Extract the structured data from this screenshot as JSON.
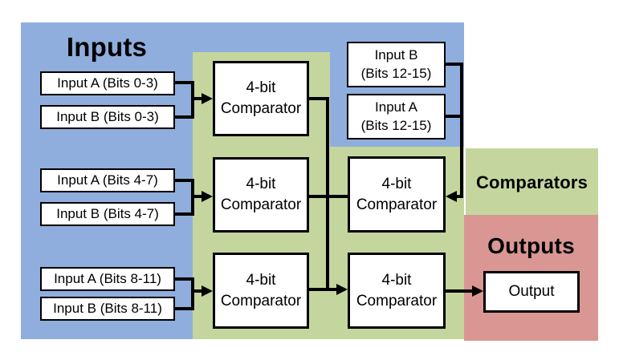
{
  "diagram": "16-bit comparator built from 4-bit comparators",
  "colors": {
    "inputs_bg": "#8FAEDD",
    "comparators_bg": "#C4D69E",
    "outputs_bg": "#D99693",
    "wire": "#000000",
    "box_bg": "#FFFFFF",
    "box_border": "#000000"
  },
  "inputs": {
    "title": "Inputs",
    "pairs": [
      {
        "a": "Input A (Bits 0-3)",
        "b": "Input B (Bits 0-3)"
      },
      {
        "a": "Input A (Bits 4-7)",
        "b": "Input B (Bits 4-7)"
      },
      {
        "a": "Input A (Bits 8-11)",
        "b": "Input B (Bits 8-11)"
      }
    ],
    "high_pair": [
      {
        "line1": "Input B",
        "line2": "(Bits 12-15)"
      },
      {
        "line1": "Input A",
        "line2": "(Bits 12-15)"
      }
    ]
  },
  "comparators": {
    "title": "Comparators",
    "box": {
      "line1": "4-bit",
      "line2": "Comparator"
    },
    "count": 5
  },
  "outputs": {
    "title": "Outputs",
    "box_label": "Output"
  }
}
